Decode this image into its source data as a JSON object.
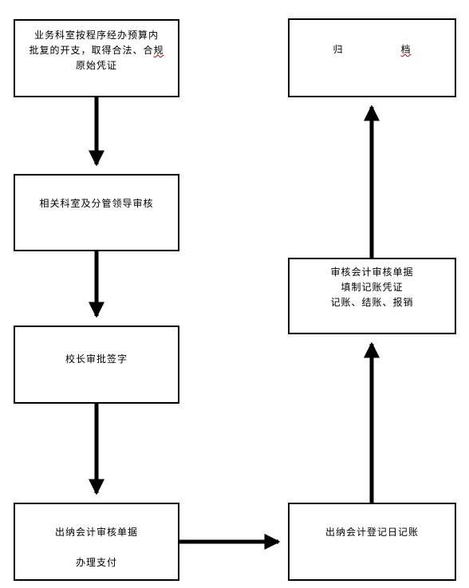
{
  "steps": {
    "s1": {
      "line1": "业务科室按程序经办预算内",
      "line2": "批复的开支，取得合法、合",
      "line2_flagged": "规",
      "line3": "原始凭证"
    },
    "s2": {
      "line1": "相关科室及分管领导审核"
    },
    "s3": {
      "line1": "校长审批签字"
    },
    "s4": {
      "line1": "出纳会计审核单据",
      "line2": "办理支付"
    },
    "s5": {
      "line1": "出纳会计登记日记账"
    },
    "s6": {
      "line1": "审核会计审核单据",
      "line2": "填制记账凭证",
      "line3": "记账、结账、报销"
    },
    "s7": {
      "char1": "归",
      "char2": "档"
    }
  },
  "colors": {
    "stroke": "#000000",
    "spellcheck": "#cc0000"
  }
}
